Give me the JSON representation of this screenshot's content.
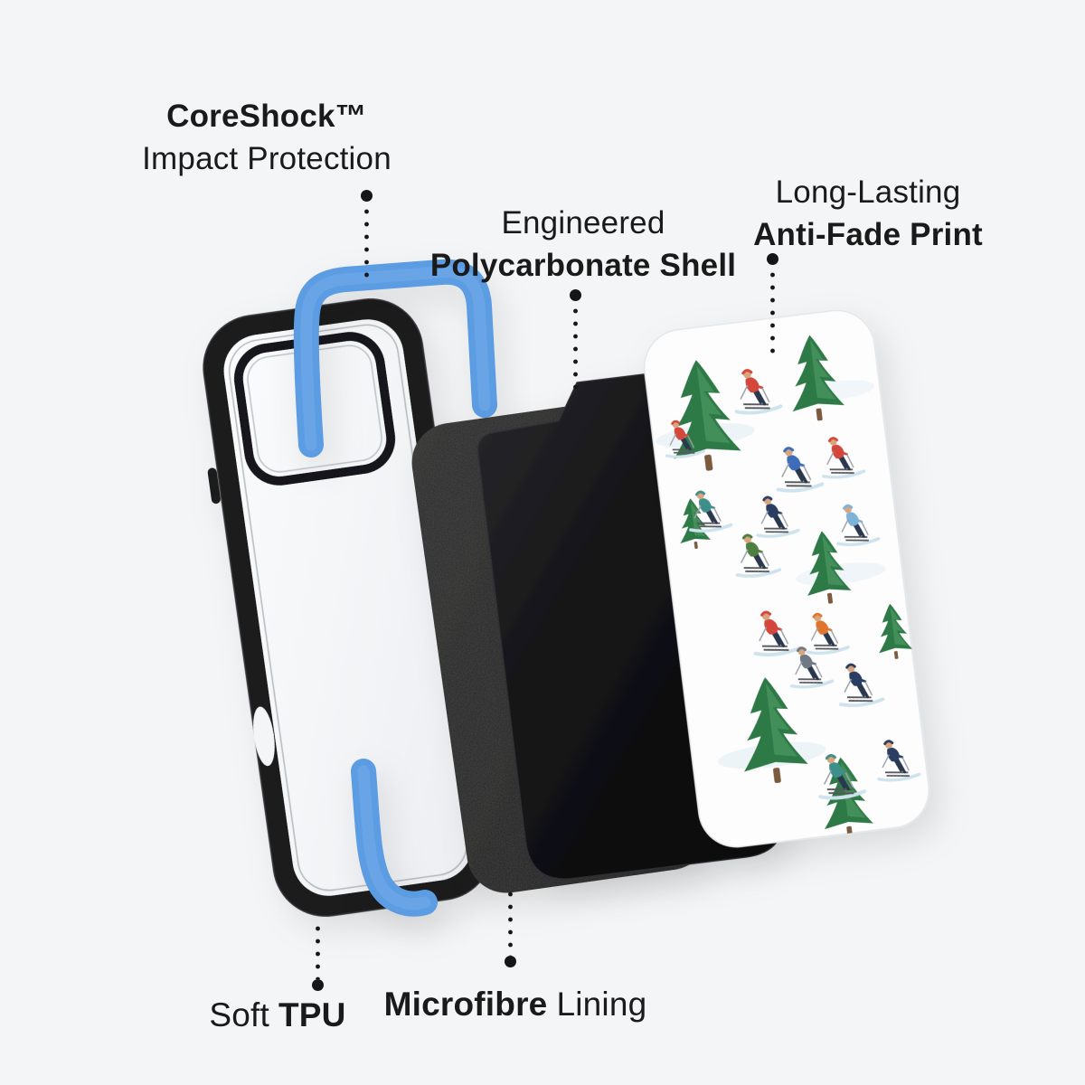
{
  "colors": {
    "background": "#f4f5f6",
    "accent_blue": "#5b9ce2",
    "case_black": "#1c1c1f",
    "text": "#1a1a1a",
    "tree_green": "#2e7a46"
  },
  "callouts": {
    "coreshock": {
      "line1": "CoreShock™",
      "line2": "Impact Protection"
    },
    "shell": {
      "line1": "Engineered",
      "line2": "Polycarbonate Shell"
    },
    "print": {
      "line1": "Long-Lasting",
      "line2": "Anti-Fade Print"
    },
    "tpu": {
      "light": "Soft",
      "bold": "TPU"
    },
    "lining": {
      "bold": "Microfibre",
      "light": "Lining"
    }
  }
}
